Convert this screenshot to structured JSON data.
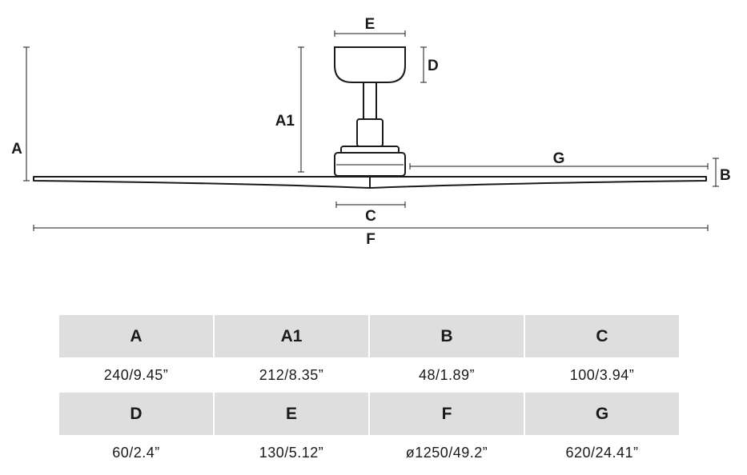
{
  "diagram": {
    "labels": {
      "a": "A",
      "a1": "A1",
      "b": "B",
      "c": "C",
      "d": "D",
      "e": "E",
      "f": "F",
      "g": "G"
    }
  },
  "spec_table": {
    "rows": [
      {
        "headers": [
          "A",
          "A1",
          "B",
          "C"
        ],
        "values": [
          "240/9.45”",
          "212/8.35”",
          "48/1.89”",
          "100/3.94”"
        ]
      },
      {
        "headers": [
          "D",
          "E",
          "F",
          "G"
        ],
        "values": [
          "60/2.4”",
          "130/5.12”",
          "ø1250/49.2”",
          "620/24.41”"
        ]
      }
    ]
  },
  "colors": {
    "header_background": "#dedede",
    "line": "#1a1a1a"
  }
}
